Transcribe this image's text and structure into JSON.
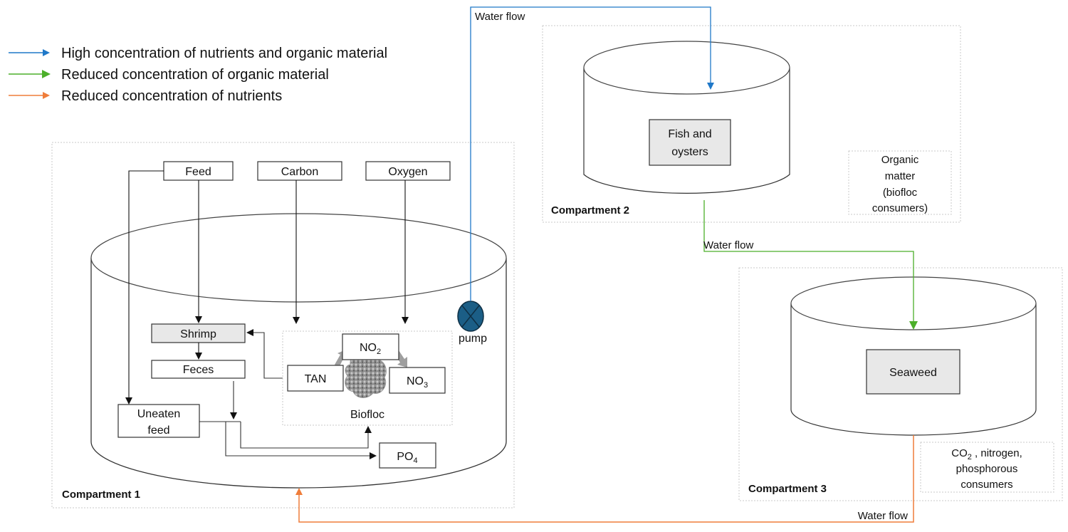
{
  "legend": {
    "items": [
      {
        "label": "High concentration of nutrients and organic material",
        "color": "#1f78c8"
      },
      {
        "label": "Reduced concentration of organic material",
        "color": "#4caf2a"
      },
      {
        "label": "Reduced concentration of nutrients",
        "color": "#ef7d3a"
      }
    ]
  },
  "compartment1": {
    "title": "Compartment 1",
    "inputs": {
      "feed": "Feed",
      "carbon": "Carbon",
      "oxygen": "Oxygen"
    },
    "shrimp": "Shrimp",
    "feces": "Feces",
    "uneaten_feed_line1": "Uneaten",
    "uneaten_feed_line2": "feed",
    "tan": "TAN",
    "no2": {
      "base": "NO",
      "sub": "2"
    },
    "no3": {
      "base": "NO",
      "sub": "3"
    },
    "po4": {
      "base": "PO",
      "sub": "4"
    },
    "biofloc": "Biofloc",
    "pump": "pump"
  },
  "compartment2": {
    "title": "Compartment 2",
    "species_line1": "Fish and",
    "species_line2": "oysters",
    "role_lines": [
      "Organic",
      "matter",
      "(biofloc",
      "consumers)"
    ]
  },
  "compartment3": {
    "title": "Compartment 3",
    "species": "Seaweed",
    "role_line1_base": "CO",
    "role_line1_sub": "2",
    "role_line1_rest": " , nitrogen,",
    "role_line2": "phosphorous",
    "role_line3": "consumers"
  },
  "flows": {
    "to_compartment2": "Water flow",
    "to_compartment3": "Water flow",
    "to_compartment1": "Water flow"
  },
  "colors": {
    "blue_flow": "#1f78c8",
    "green_flow": "#4caf2a",
    "orange_flow": "#ef7d3a",
    "pump_fill": "#1b5e86",
    "highlight_box": "#e8e8e8"
  }
}
